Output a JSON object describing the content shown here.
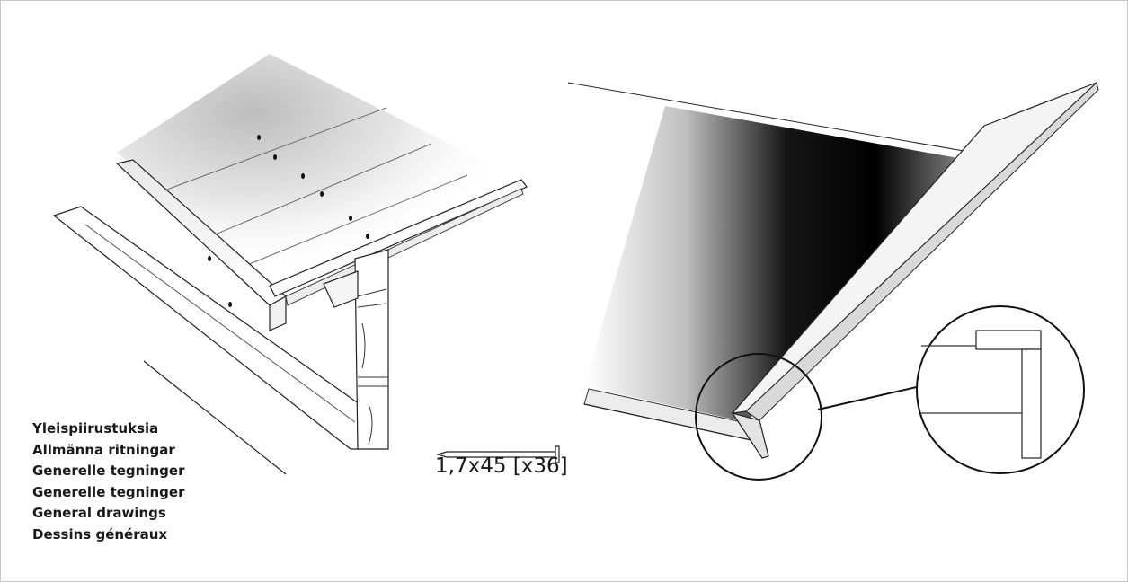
{
  "titles": [
    "Yleispiirustuksia",
    "Allmänna ritningar",
    "Generelle tegninger",
    "Generelle tegninger",
    "General drawings",
    "Dessins généraux"
  ],
  "nail": {
    "spec": "1,7x45 [x36]"
  }
}
